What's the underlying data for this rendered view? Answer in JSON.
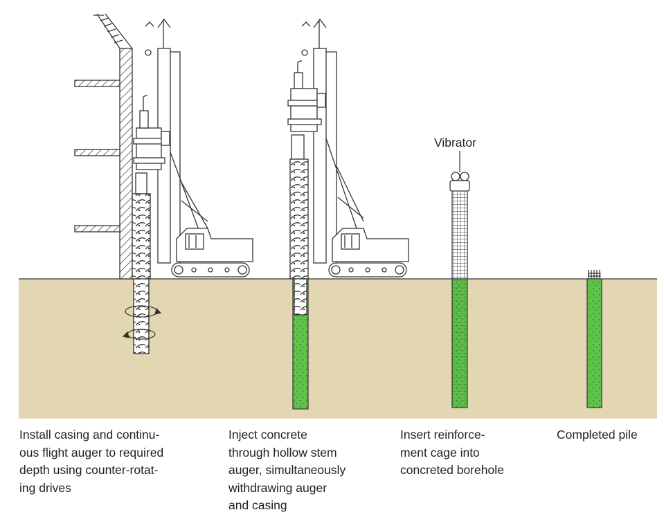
{
  "callouts": {
    "vibrator": "Vibrator"
  },
  "steps": [
    {
      "caption": "Install casing and continu-\nous flight auger to required\ndepth using counter-rotat-\ning drives"
    },
    {
      "caption": "Inject concrete\nthrough hollow stem\nauger, simultaneously\nwithdrawing auger\nand casing"
    },
    {
      "caption": "Insert reinforce-\nment cage into\nconcreted borehole"
    },
    {
      "caption": "Completed pile"
    }
  ],
  "colors": {
    "ground": "#e3d6b2",
    "concrete": "#5fc24a",
    "line": "#333333"
  }
}
